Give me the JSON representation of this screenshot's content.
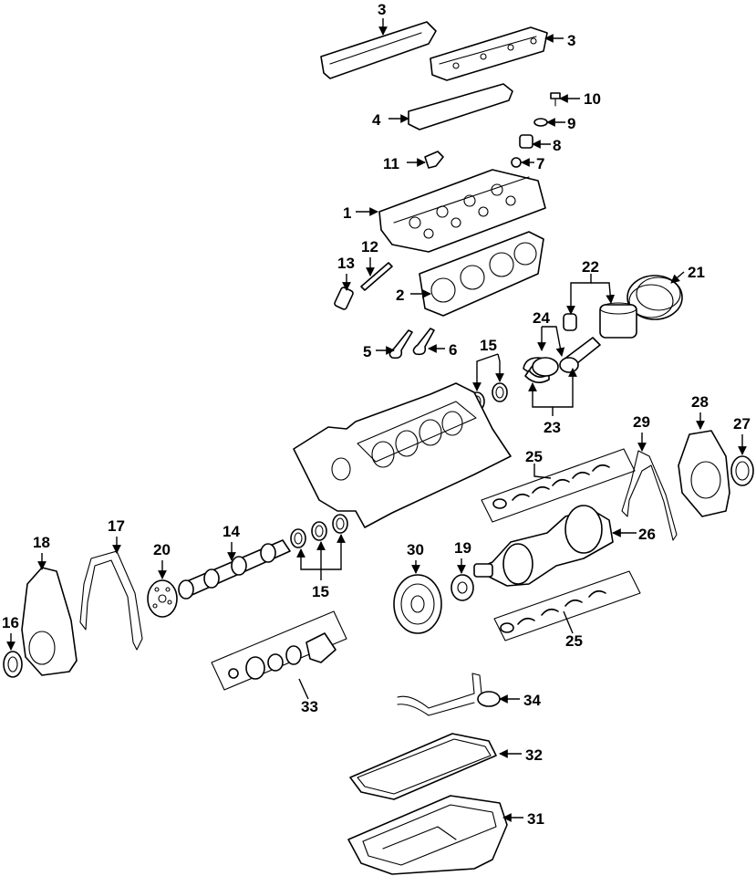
{
  "diagram": {
    "labels": {
      "c1": "1",
      "c2": "2",
      "c3a": "3",
      "c3b": "3",
      "c4": "4",
      "c5": "5",
      "c6": "6",
      "c7": "7",
      "c8": "8",
      "c9": "9",
      "c10": "10",
      "c11": "11",
      "c12": "12",
      "c13": "13",
      "c14": "14",
      "c15a": "15",
      "c15b": "15",
      "c16": "16",
      "c17": "17",
      "c18": "18",
      "c19": "19",
      "c20": "20",
      "c21": "21",
      "c22": "22",
      "c23": "23",
      "c24": "24",
      "c25a": "25",
      "c25b": "25",
      "c26": "26",
      "c27": "27",
      "c28": "28",
      "c29": "29",
      "c30": "30",
      "c31": "31",
      "c32": "32",
      "c33": "33",
      "c34": "34"
    }
  }
}
